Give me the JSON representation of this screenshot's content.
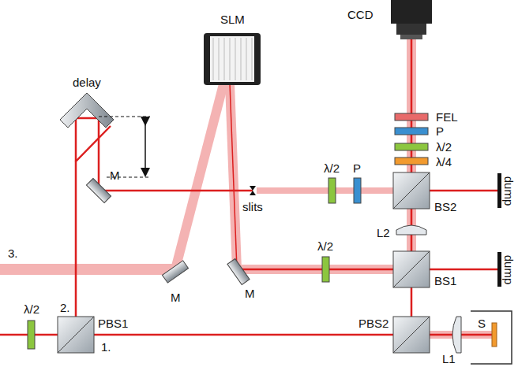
{
  "diagram": {
    "labels": [
      "CCD",
      "FEL",
      "P",
      "λ/2",
      "λ/4",
      "BS2",
      "dump",
      "delay",
      "SLM",
      "slits",
      "λ/2",
      "P",
      "M",
      "L2",
      "3.",
      "M",
      "M",
      "λ/2",
      "BS1",
      "dump",
      "λ/2",
      "2.",
      "PBS1",
      "1.",
      "PBS2",
      "S",
      "L1"
    ]
  }
}
